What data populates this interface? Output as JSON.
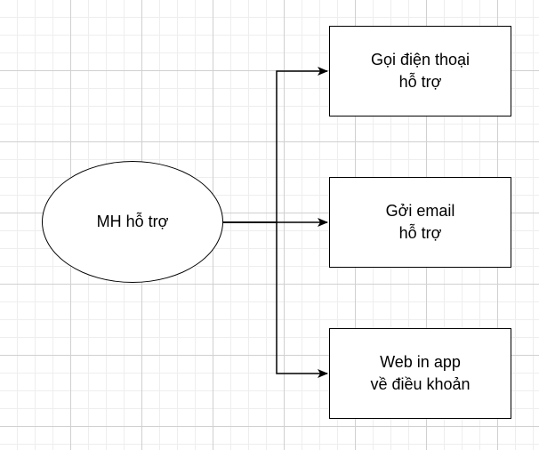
{
  "diagram": {
    "source": {
      "lines": [
        "MH hỗ trợ"
      ]
    },
    "targets": [
      {
        "lines": [
          "Gọi điện thoại",
          "hỗ trợ"
        ]
      },
      {
        "lines": [
          "Gởi email",
          "hỗ trợ"
        ]
      },
      {
        "lines": [
          "Web in app",
          "về điều khoản"
        ]
      }
    ]
  },
  "colors": {
    "stroke": "#000000",
    "fill": "#ffffff",
    "grid": "#d0d0d0"
  }
}
